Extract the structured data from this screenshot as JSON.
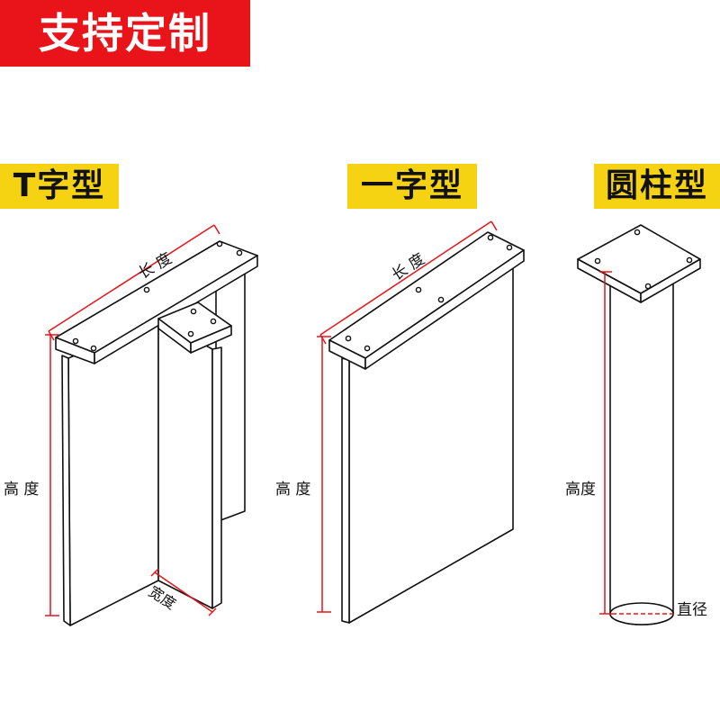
{
  "banner": {
    "text": "支持定制"
  },
  "types": {
    "t_shape": {
      "title": "T字型",
      "length": "长 度",
      "height": "高 度",
      "width": "宽度"
    },
    "one_shape": {
      "title": "一字型",
      "length": "长 度",
      "height": "高 度"
    },
    "cylinder": {
      "title": "圆柱型",
      "height": "高度",
      "diameter": "直径"
    }
  },
  "colors": {
    "banner": "#e8141a",
    "tag": "#f5d313",
    "dimension": "#e8141a",
    "outline": "#111111"
  }
}
